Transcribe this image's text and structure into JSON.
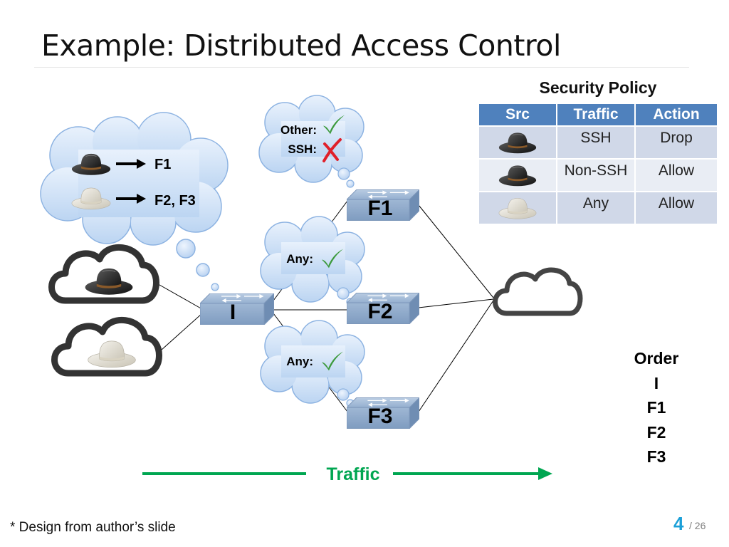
{
  "slide": {
    "title": "Example: Distributed Access Control",
    "footnote": "* Design from author’s slide",
    "page_number": "4",
    "page_total": "/ 26"
  },
  "policy": {
    "heading": "Security Policy",
    "columns": [
      "Src",
      "Traffic",
      "Action"
    ],
    "rows": [
      {
        "src_icon": "black-hat-icon",
        "traffic": "SSH",
        "action": "Drop"
      },
      {
        "src_icon": "black-hat-icon",
        "traffic": "Non-SSH",
        "action": "Allow"
      },
      {
        "src_icon": "white-hat-icon",
        "traffic": "Any",
        "action": "Allow"
      }
    ]
  },
  "routing": {
    "black_hat_target": "F1",
    "white_hat_target": "F2, F3"
  },
  "switches": {
    "ingress": "I",
    "f1": "F1",
    "f2": "F2",
    "f3": "F3"
  },
  "rules": {
    "f1_other": "Other:",
    "f1_ssh": "SSH:",
    "f2_any": "Any:",
    "f3_any": "Any:"
  },
  "traffic_label": "Traffic",
  "order": {
    "heading": "Order",
    "items": [
      "I",
      "F1",
      "F2",
      "F3"
    ]
  },
  "colors": {
    "accent_blue": "#4f81bd",
    "traffic_green": "#00a651",
    "check_green": "#3c9a3c",
    "cross_red": "#e0202a",
    "bubble_fill": "#cfe2f8",
    "bubble_stroke": "#8db3e2",
    "switch_fill": "#8ea9c9",
    "page_number_blue": "#1ca0d8"
  }
}
